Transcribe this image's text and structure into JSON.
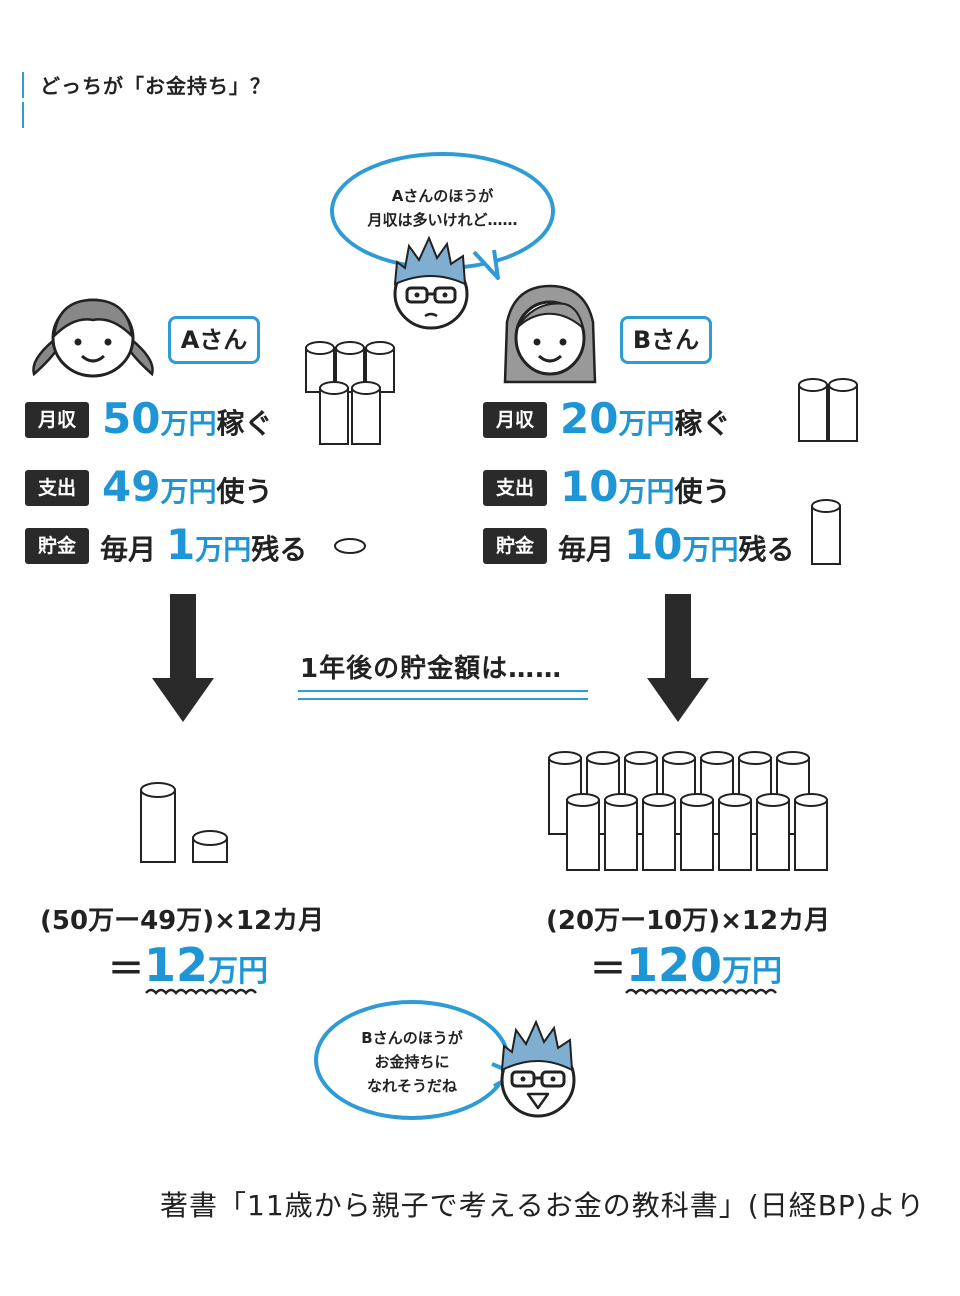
{
  "header": {
    "title": "どっちが「お金持ち」？"
  },
  "speech": {
    "top": "Aさんのほうが\n月収は多いけれど……",
    "bottom": "Bさんのほうが\nお金持ちに\nなれそうだね"
  },
  "personA": {
    "name": "Aさん",
    "rows": [
      {
        "label": "月収",
        "prefix": "",
        "number": "50",
        "unit": "万円",
        "suffix": "稼ぐ"
      },
      {
        "label": "支出",
        "prefix": "",
        "number": "49",
        "unit": "万円",
        "suffix": "使う"
      },
      {
        "label": "貯金",
        "prefix": "毎月",
        "number": "1",
        "unit": "万円",
        "suffix": "残る"
      }
    ],
    "formula": "(50万ー49万)×12カ月",
    "result_eq": "＝",
    "result_number": "12",
    "result_unit": "万円"
  },
  "personB": {
    "name": "Bさん",
    "rows": [
      {
        "label": "月収",
        "prefix": "",
        "number": "20",
        "unit": "万円",
        "suffix": "稼ぐ"
      },
      {
        "label": "支出",
        "prefix": "",
        "number": "10",
        "unit": "万円",
        "suffix": "使う"
      },
      {
        "label": "貯金",
        "prefix": "毎月",
        "number": "10",
        "unit": "万円",
        "suffix": "残る"
      }
    ],
    "formula": "(20万ー10万)×12カ月",
    "result_eq": "＝",
    "result_number": "120",
    "result_unit": "万円"
  },
  "subheading": "1年後の貯金額は……",
  "caption": "著書「11歳から親子で考えるお金の教科書」(日経BP)より",
  "colors": {
    "accent": "#1e95d4",
    "bubble_border": "#2e9bd6",
    "label_bg": "#2a2a2a",
    "hair": "#7faed0"
  },
  "icons": [
    "coin-stack-icon",
    "down-arrow-icon",
    "wavy-underline-icon",
    "girl-face-icon",
    "woman-face-icon",
    "boy-face-icon"
  ]
}
